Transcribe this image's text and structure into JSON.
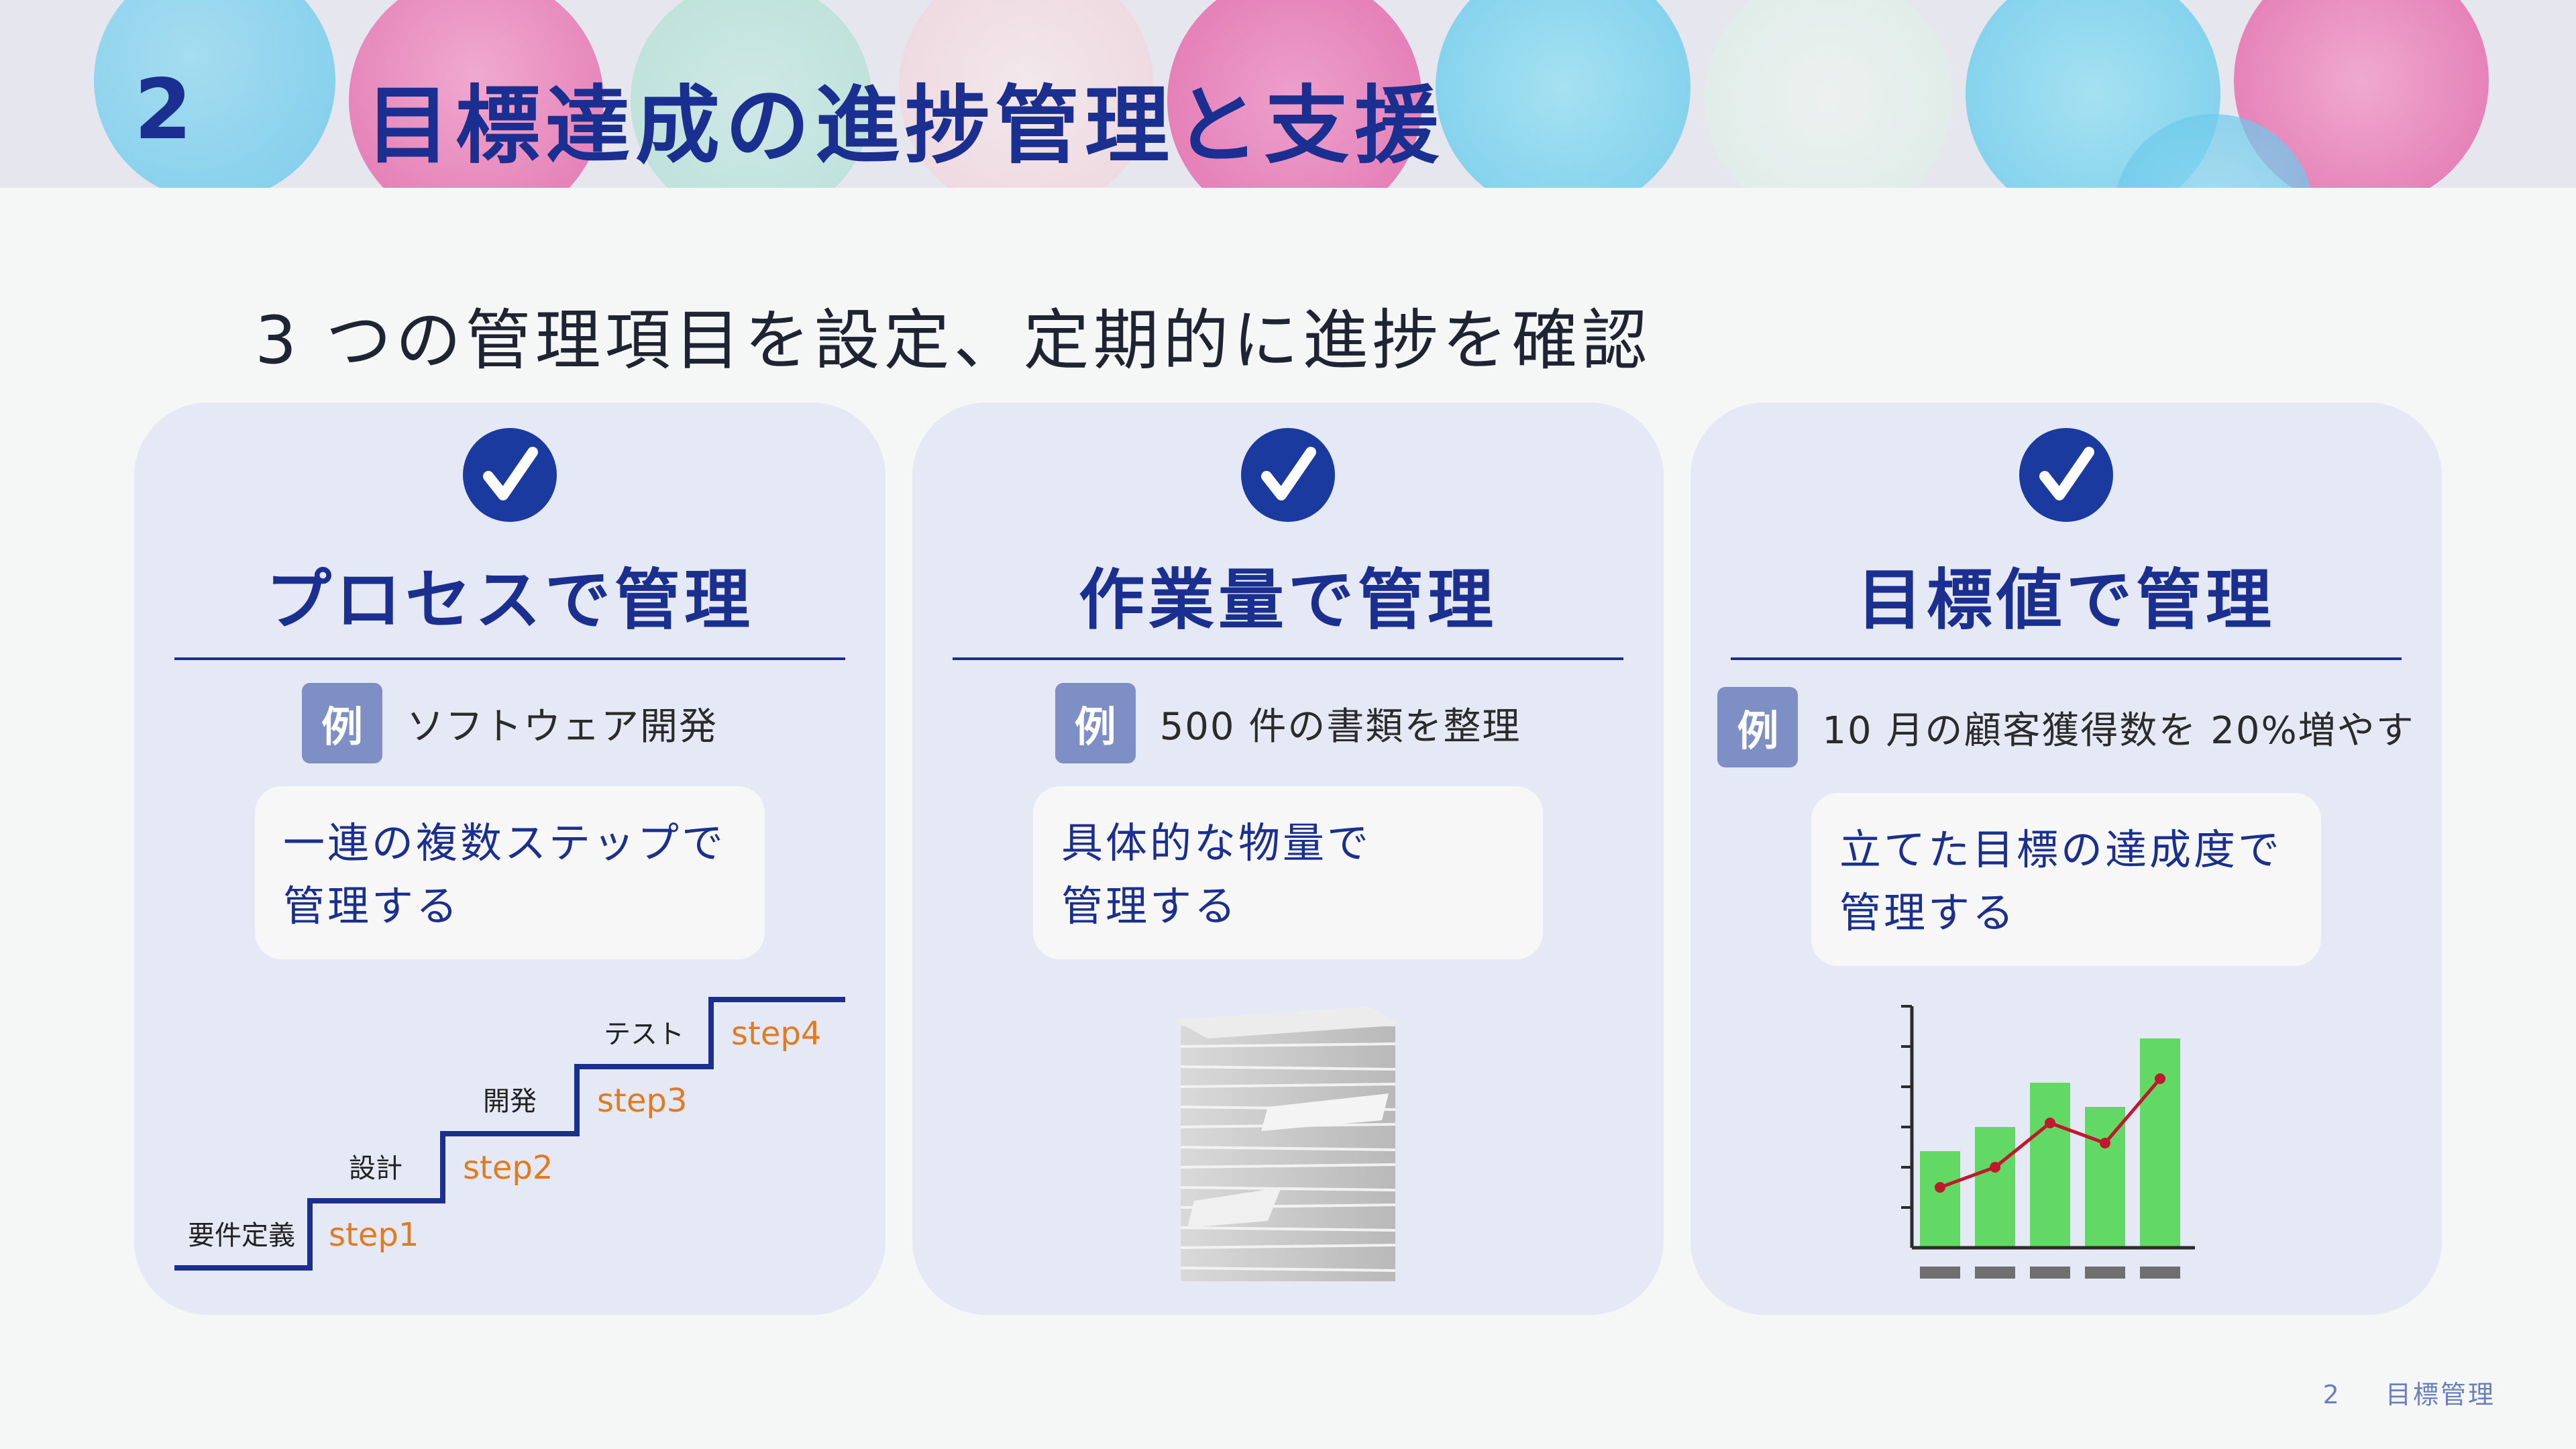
{
  "header": {
    "number": "2",
    "title": "目標達成の進捗管理と支援"
  },
  "subtitle": "3 つの管理項目を設定、定期的に進捗を確認",
  "cards": [
    {
      "title": "プロセスで管理",
      "example_badge": "例",
      "example_text": "ソフトウェア開発",
      "description_line1": "一連の複数ステップで",
      "description_line2": "管理する",
      "steps": [
        {
          "label": "要件定義",
          "step": "step1"
        },
        {
          "label": "設計",
          "step": "step2"
        },
        {
          "label": "開発",
          "step": "step3"
        },
        {
          "label": "テスト",
          "step": "step4"
        }
      ]
    },
    {
      "title": "作業量で管理",
      "example_badge": "例",
      "example_text": "500 件の書類を整理",
      "description_line1": "具体的な物量で",
      "description_line2": "管理する"
    },
    {
      "title": "目標値で管理",
      "example_badge": "例",
      "example_text": "10 月の顧客獲得数を 20%増やす",
      "description_line1": "立てた目標の達成度で",
      "description_line2": "管理する"
    }
  ],
  "chart_data": {
    "type": "bar",
    "categories": [
      "",
      "",
      "",
      "",
      ""
    ],
    "series": [
      {
        "type": "bar",
        "values": [
          2.4,
          3.0,
          4.1,
          3.5,
          5.2
        ]
      },
      {
        "type": "line",
        "values": [
          1.5,
          2.0,
          3.1,
          2.6,
          4.2
        ]
      }
    ],
    "ylim": [
      0,
      6
    ],
    "grid": false,
    "colors": {
      "bar": "#62d964",
      "line": "#c0182c",
      "axis": "#2b2b2b",
      "tick": "#6f6f6f"
    }
  },
  "footer": {
    "page": "2",
    "label": "目標管理"
  },
  "colors": {
    "accent": "#1a2f8f",
    "card_bg": "#e5e8f5",
    "step_text": "#e07b22",
    "badge": "#7d8fc4"
  }
}
